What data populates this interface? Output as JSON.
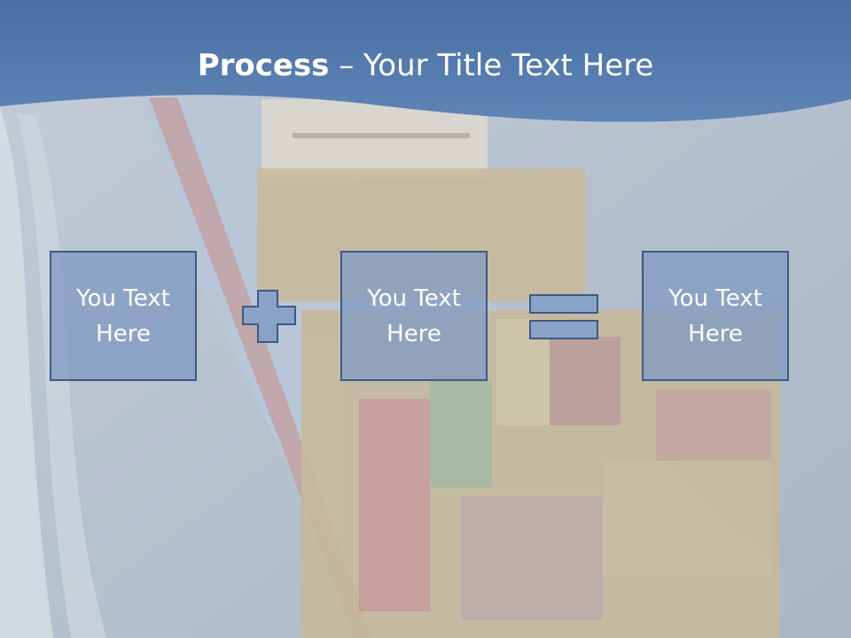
{
  "slide": {
    "title_bold": "Process",
    "title_rest": " – Your Title Text Here"
  },
  "process": {
    "boxes": [
      {
        "text": "You Text Here"
      },
      {
        "text": "You Text Here"
      },
      {
        "text": "You Text Here"
      }
    ],
    "operators": [
      "plus-icon",
      "equals-icon"
    ]
  },
  "colors": {
    "header": "#4d74a8",
    "box_fill": "#8aa2c8",
    "box_border": "#3f5a82",
    "operator_fill": "#8aa2c8"
  }
}
